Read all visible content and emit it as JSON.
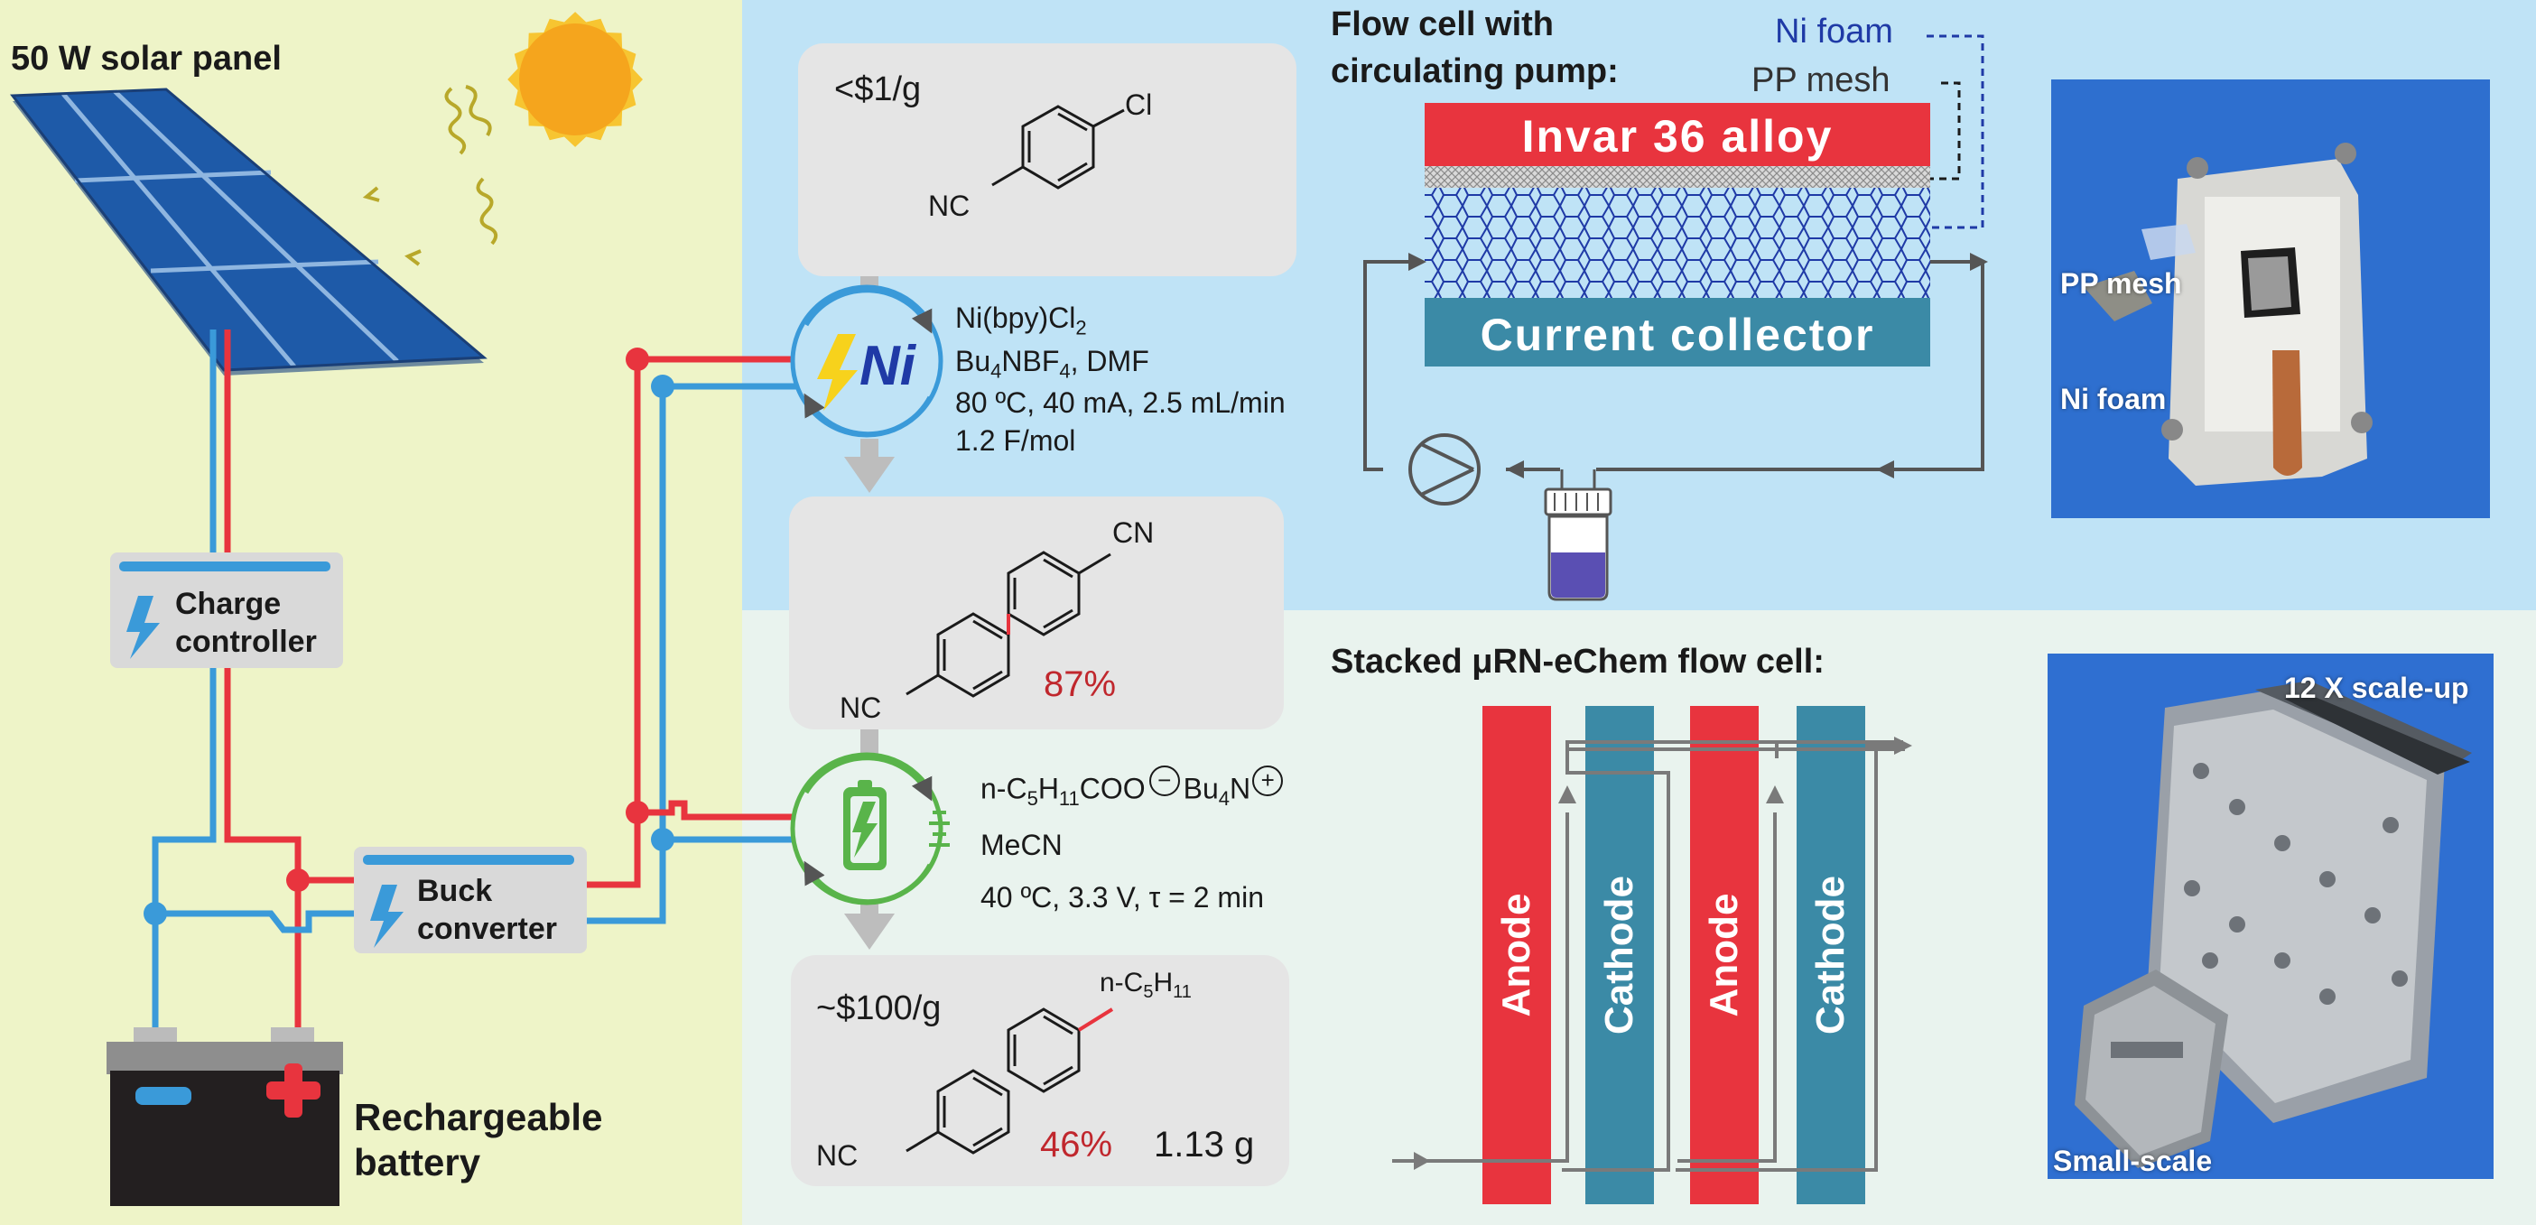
{
  "colors": {
    "left_bg": "#eef4c8",
    "top_right_bg": "#bfe3f6",
    "bottom_right_bg": "#e9f3ee",
    "red": "#e8343e",
    "blue_wire": "#3a9ad9",
    "teal": "#3b8aa6",
    "gray_box": "#e5e5e5",
    "yield_red": "#c0272d",
    "ni_foam_blue": "#1f3aa6",
    "green": "#59b44a",
    "photo_blue": "#2f6fd1",
    "pump_gray": "#555555"
  },
  "icons": [
    "sun-icon",
    "solar-panel-icon",
    "lightning-icon",
    "battery-icon",
    "nickel-catalyst-icon",
    "electrochemistry-icon",
    "pump-icon",
    "reservoir-vial-icon"
  ],
  "power": {
    "solar_panel": "50 W solar panel",
    "charge_controller": [
      "Charge",
      "controller"
    ],
    "buck_converter": [
      "Buck",
      "converter"
    ],
    "battery": [
      "Rechargeable",
      "battery"
    ],
    "battery_minus": "−",
    "battery_plus": "+"
  },
  "synthesis": {
    "start_price": "<$1/g",
    "start_substituent_top": "Cl",
    "start_substituent_bottom": "NC",
    "step1_catalyst_symbol": "Ni",
    "step1_line1": "Ni(bpy)Cl",
    "step1_line1_sub": "2",
    "step1_line2_a": "Bu",
    "step1_line2_sub": "4",
    "step1_line2_b": "NBF",
    "step1_line2_sub2": "4",
    "step1_line2_c": ", DMF",
    "step1_line3": "80 ºC, 40 mA, 2.5 mL/min",
    "step1_line4": "1.2 F/mol",
    "intermediate_group_top": "CN",
    "intermediate_group_bottom": "NC",
    "intermediate_yield": "87%",
    "step2_line1_a": "n-C",
    "step2_line1_sub1": "5",
    "step2_line1_b": "H",
    "step2_line1_sub2": "11",
    "step2_line1_c": "COO",
    "step2_line1_d": "Bu",
    "step2_line1_sub3": "4",
    "step2_line1_e": "N",
    "step2_minus": "−",
    "step2_plus": "+",
    "step2_line2": "MeCN",
    "step2_line3": "40 ºC, 3.3 V, τ = 2 min",
    "product_price": "~$100/g",
    "product_group_top_a": "n-C",
    "product_group_top_sub1": "5",
    "product_group_top_b": "H",
    "product_group_top_sub2": "11",
    "product_group_bottom": "NC",
    "product_yield": "46%",
    "product_mass": "1.13 g"
  },
  "flow_cell": {
    "title": [
      "Flow cell with",
      "circulating pump:"
    ],
    "ni_foam": "Ni foam",
    "pp_mesh": "PP mesh",
    "top_plate": "Invar 36 alloy",
    "bottom_plate": "Current collector"
  },
  "photos": {
    "top_pp_mesh": "PP mesh",
    "top_ni_foam": "Ni foam",
    "bottom_scaleup": "12 X scale-up",
    "bottom_small": "Small-scale"
  },
  "stack": {
    "title": "Stacked μRN-eChem flow cell:",
    "electrodes": [
      "Anode",
      "Cathode",
      "Anode",
      "Cathode"
    ]
  }
}
